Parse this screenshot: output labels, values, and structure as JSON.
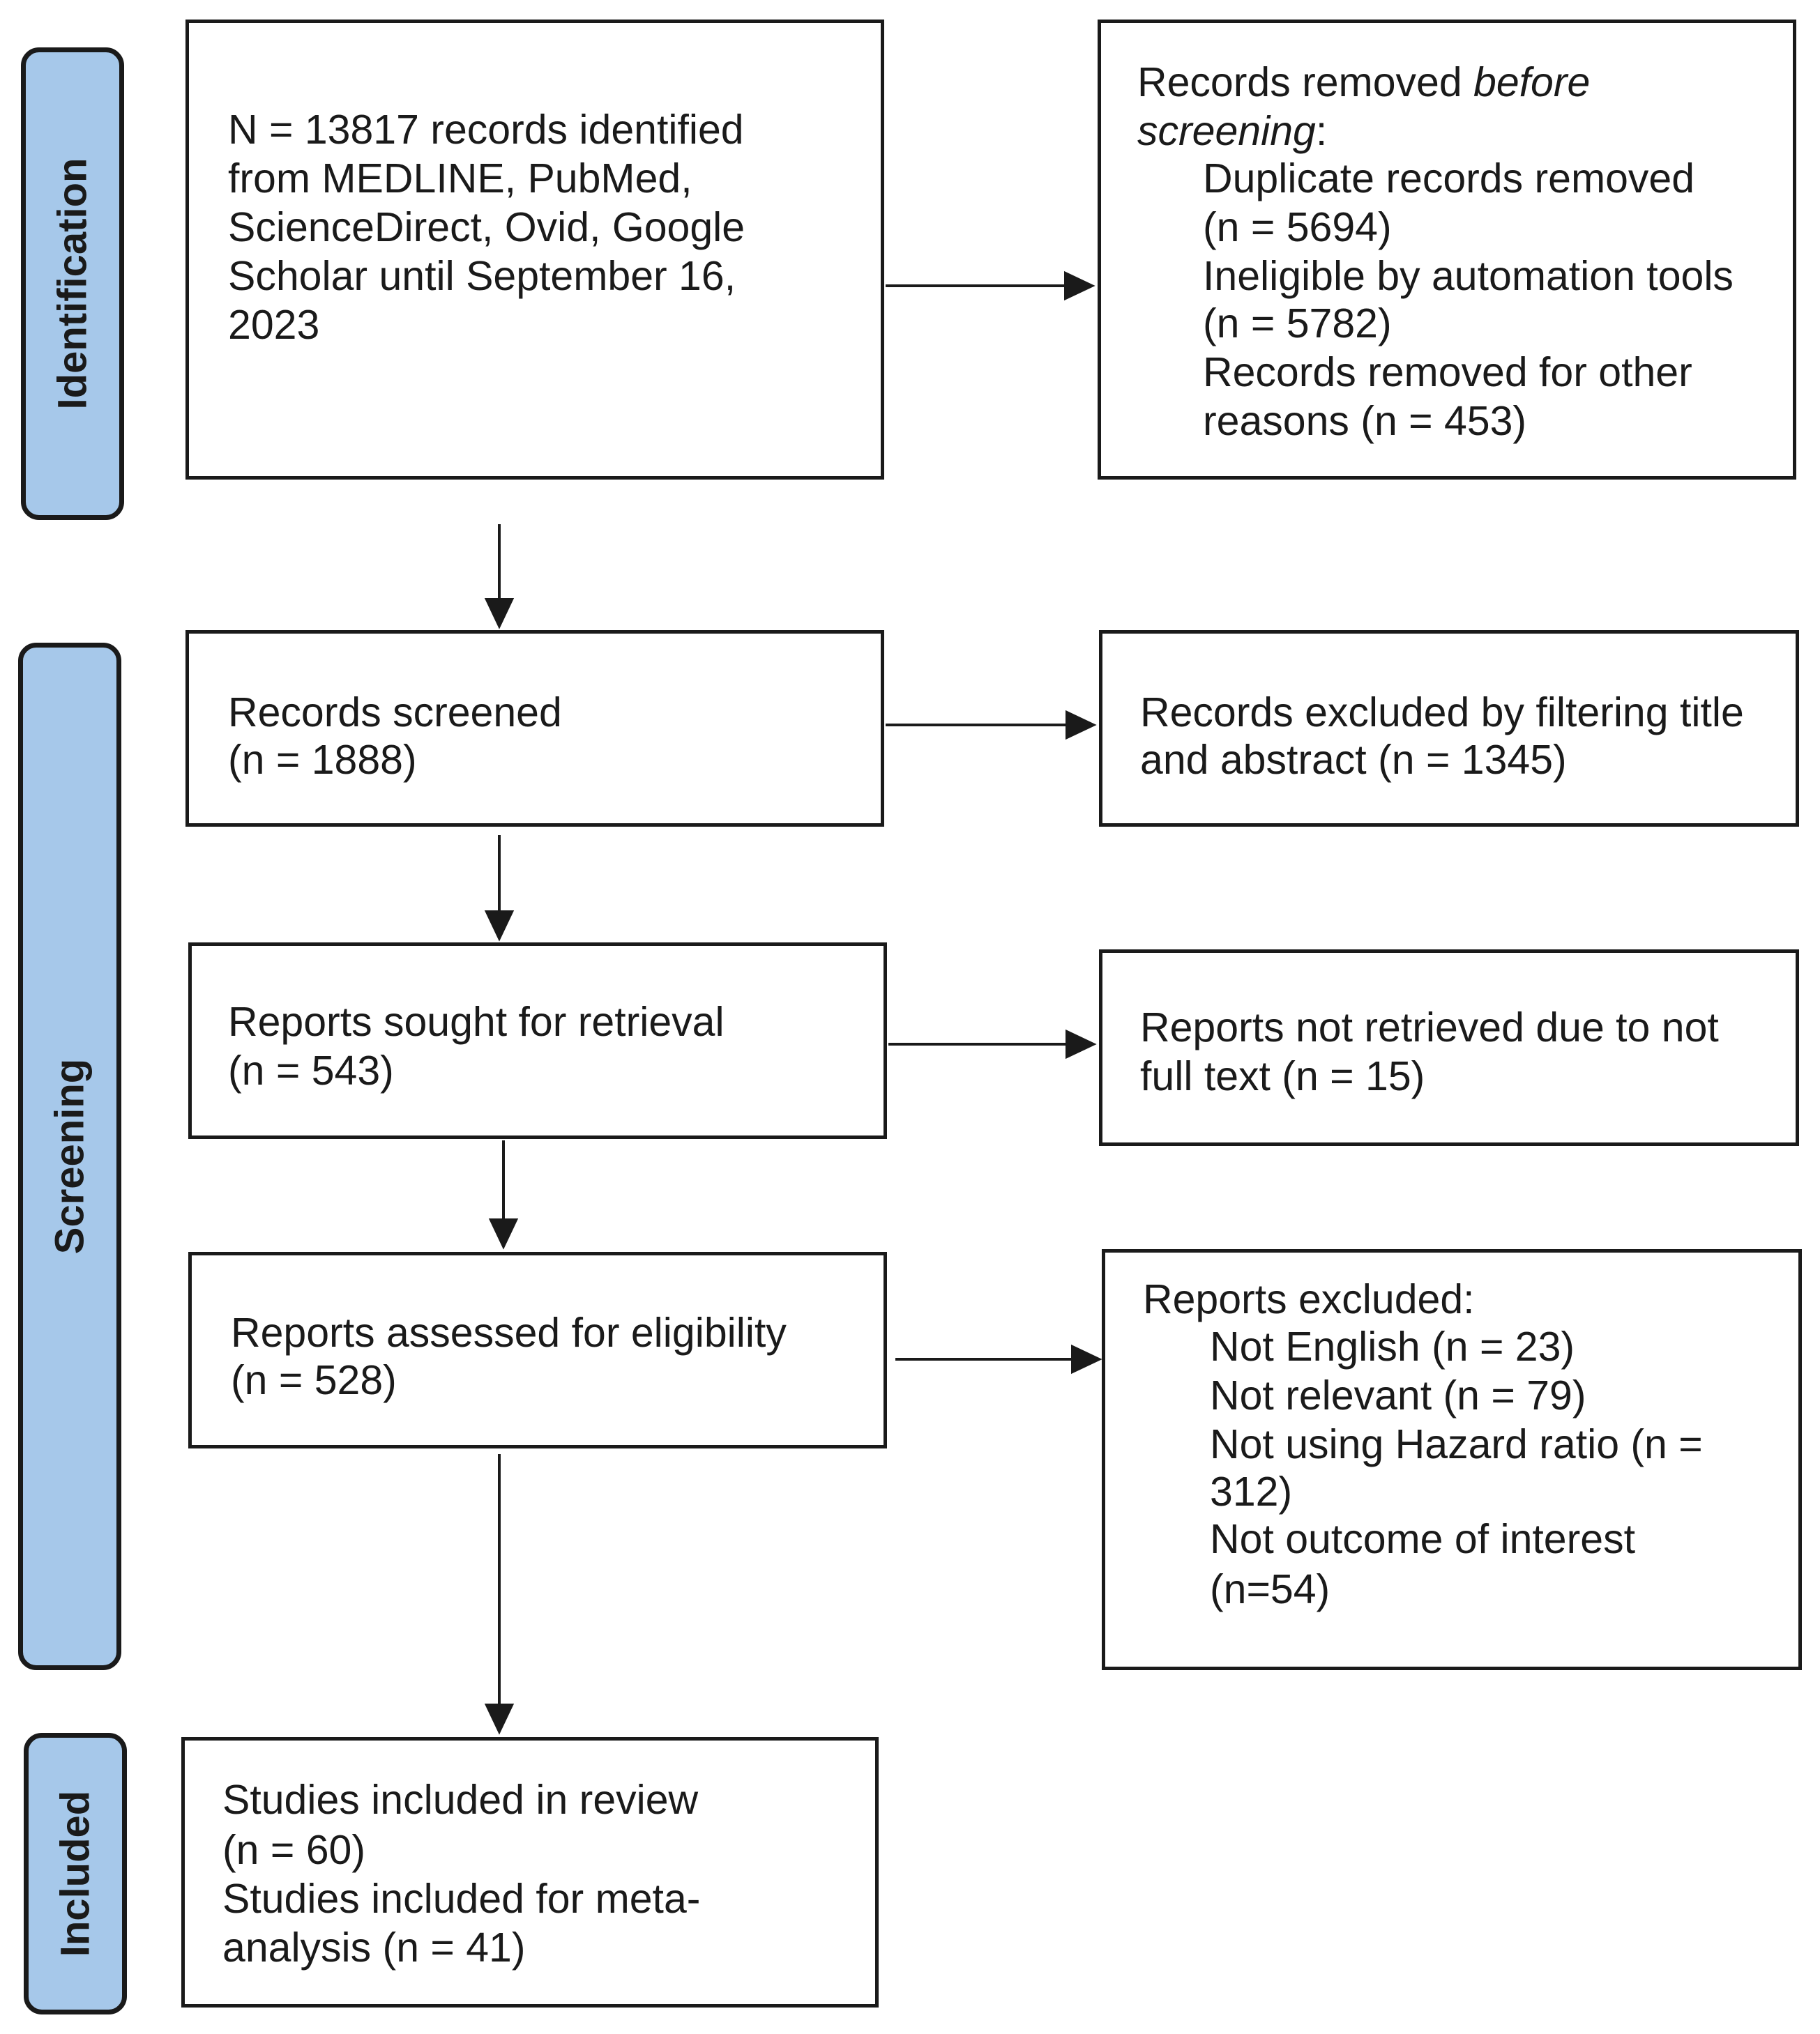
{
  "stages": {
    "identification": "Identification",
    "screening": "Screening",
    "included": "Included"
  },
  "identification": {
    "main": {
      "line1": "N = 13817 records identified",
      "line2": "from MEDLINE, PubMed,",
      "line3": "ScienceDirect, Ovid, Google",
      "line4": "Scholar until September 16,",
      "line5": "2023"
    },
    "removed": {
      "heading_start": "Records removed ",
      "heading_italic": "before",
      "heading_italic2": "screening",
      "heading_colon": ":",
      "dup_label": "Duplicate records removed",
      "dup_count": "(n = 5694)",
      "inelig_label": "Ineligible by automation tools",
      "inelig_count": "(n = 5782)",
      "other_label": "Records removed for other",
      "other_count": "reasons (n = 453)"
    }
  },
  "screening": {
    "screened": {
      "label": "Records screened",
      "count": "(n = 1888)"
    },
    "excluded_title": {
      "line1": "Records excluded by filtering title",
      "line2": "and abstract (n = 1345)"
    },
    "sought": {
      "label": "Reports sought for retrieval",
      "count": "(n = 543)"
    },
    "not_retrieved": {
      "line1": "Reports not retrieved due to not",
      "line2": "full text (n = 15)"
    },
    "assessed": {
      "label": "Reports assessed for eligibility",
      "count": "(n = 528)"
    },
    "reports_excluded": {
      "heading": "Reports excluded:",
      "english": "Not English (n = 23)",
      "relevant": "Not relevant (n = 79)",
      "hazard_line1": "Not using Hazard ratio (n =",
      "hazard_line2": "312)",
      "outcome_line1": "Not outcome of interest",
      "outcome_line2": "(n=54)"
    }
  },
  "included": {
    "review_label": "Studies included in review",
    "review_count": "(n = 60)",
    "meta_line1": "Studies included for meta-",
    "meta_line2": "analysis (n = 41)"
  },
  "colors": {
    "stage_fill": "#a6c8ea",
    "stroke": "#1a1a1a"
  }
}
